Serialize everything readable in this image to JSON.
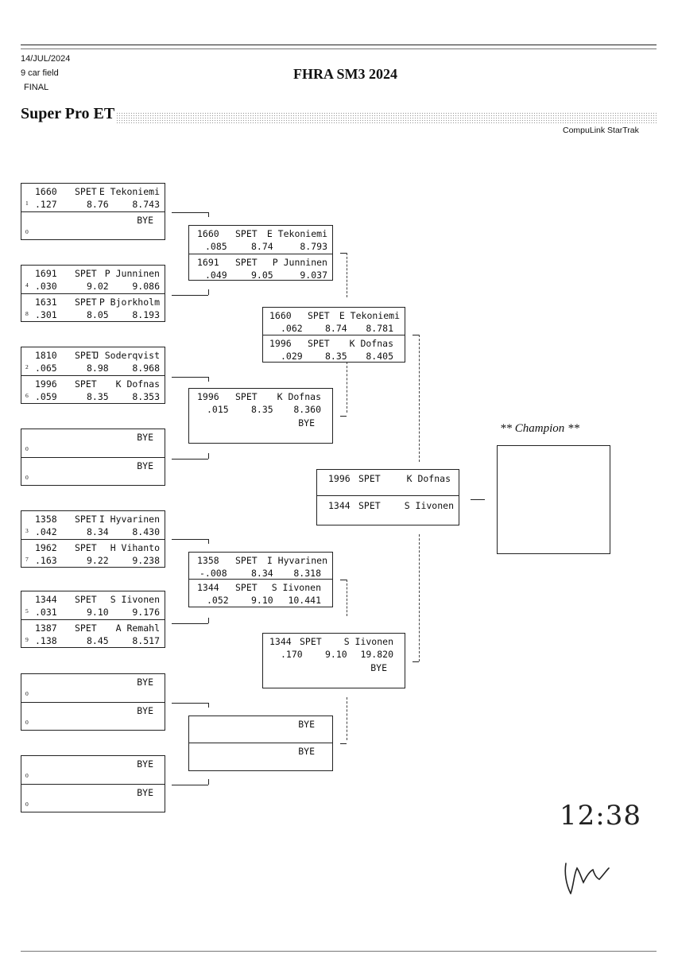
{
  "header": {
    "date": "14/JUL/2024",
    "field": "9 car field",
    "round": "FINAL",
    "title": "FHRA SM3 2024",
    "event": "Super Pro ET",
    "brand": "CompuLink StarTrak"
  },
  "round1": [
    {
      "top": {
        "num": "1660",
        "cls": "SPET",
        "name": "E Tekoniemi",
        "lane": "1",
        "rt": ".127",
        "dial": "8.76",
        "et": "8.743"
      },
      "bot": {
        "bye": "BYE",
        "lane": "0"
      }
    },
    {
      "top": {
        "num": "1691",
        "cls": "SPET",
        "name": "P Junninen",
        "lane": "4",
        "rt": ".030",
        "dial": "9.02",
        "et": "9.086"
      },
      "bot": {
        "num": "1631",
        "cls": "SPET",
        "name": "P Bjorkholm",
        "lane": "8",
        "rt": ".301",
        "dial": "8.05",
        "et": "8.193"
      }
    },
    {
      "top": {
        "num": "1810",
        "cls": "SPET",
        "name": "J Soderqvist",
        "lane": "2",
        "rt": ".065",
        "dial": "8.98",
        "et": "8.968"
      },
      "bot": {
        "num": "1996",
        "cls": "SPET",
        "name": "K Dofnas",
        "lane": "6",
        "rt": ".059",
        "dial": "8.35",
        "et": "8.353"
      }
    },
    {
      "top": {
        "bye": "BYE",
        "lane": "0"
      },
      "bot": {
        "bye": "BYE",
        "lane": "0"
      }
    },
    {
      "top": {
        "num": "1358",
        "cls": "SPET",
        "name": "I Hyvarinen",
        "lane": "3",
        "rt": ".042",
        "dial": "8.34",
        "et": "8.430"
      },
      "bot": {
        "num": "1962",
        "cls": "SPET",
        "name": "H Vihanto",
        "lane": "7",
        "rt": ".163",
        "dial": "9.22",
        "et": "9.238"
      }
    },
    {
      "top": {
        "num": "1344",
        "cls": "SPET",
        "name": "S Iivonen",
        "lane": "5",
        "rt": ".031",
        "dial": "9.10",
        "et": "9.176"
      },
      "bot": {
        "num": "1387",
        "cls": "SPET",
        "name": "A Remahl",
        "lane": "9",
        "rt": ".138",
        "dial": "8.45",
        "et": "8.517"
      }
    },
    {
      "top": {
        "bye": "BYE",
        "lane": "0"
      },
      "bot": {
        "bye": "BYE",
        "lane": "0"
      }
    },
    {
      "top": {
        "bye": "BYE",
        "lane": "0"
      },
      "bot": {
        "bye": "BYE",
        "lane": "0"
      }
    }
  ],
  "round2": [
    {
      "top": {
        "num": "1660",
        "cls": "SPET",
        "name": "E Tekoniemi",
        "rt": ".085",
        "dial": "8.74",
        "et": "8.793"
      },
      "bot": {
        "num": "1691",
        "cls": "SPET",
        "name": "P Junninen",
        "rt": ".049",
        "dial": "9.05",
        "et": "9.037"
      }
    },
    {
      "top": {
        "num": "1996",
        "cls": "SPET",
        "name": "K Dofnas",
        "rt": ".015",
        "dial": "8.35",
        "et": "8.360"
      },
      "bot": {
        "bye": "BYE"
      }
    },
    {
      "top": {
        "num": "1358",
        "cls": "SPET",
        "name": "I Hyvarinen",
        "rt": "-.008",
        "dial": "8.34",
        "et": "8.318"
      },
      "bot": {
        "num": "1344",
        "cls": "SPET",
        "name": "S Iivonen",
        "rt": ".052",
        "dial": "9.10",
        "et": "10.441"
      }
    },
    {
      "top": {
        "bye": "BYE"
      },
      "bot": {
        "bye": "BYE"
      }
    }
  ],
  "round3": [
    {
      "top": {
        "num": "1660",
        "cls": "SPET",
        "name": "E Tekoniemi",
        "rt": ".062",
        "dial": "8.74",
        "et": "8.781"
      },
      "bot": {
        "num": "1996",
        "cls": "SPET",
        "name": "K Dofnas",
        "rt": ".029",
        "dial": "8.35",
        "et": "8.405"
      }
    },
    {
      "top": {
        "num": "1344",
        "cls": "SPET",
        "name": "S Iivonen",
        "rt": ".170",
        "dial": "9.10",
        "et": "19.820"
      },
      "bot": {
        "bye": "BYE"
      }
    }
  ],
  "final": {
    "top": {
      "num": "1996",
      "cls": "SPET",
      "name": "K Dofnas"
    },
    "bot": {
      "num": "1344",
      "cls": "SPET",
      "name": "S Iivonen"
    }
  },
  "champion": {
    "label": "** Champion **",
    "name": ""
  },
  "handwriting": {
    "time": "12:38"
  }
}
